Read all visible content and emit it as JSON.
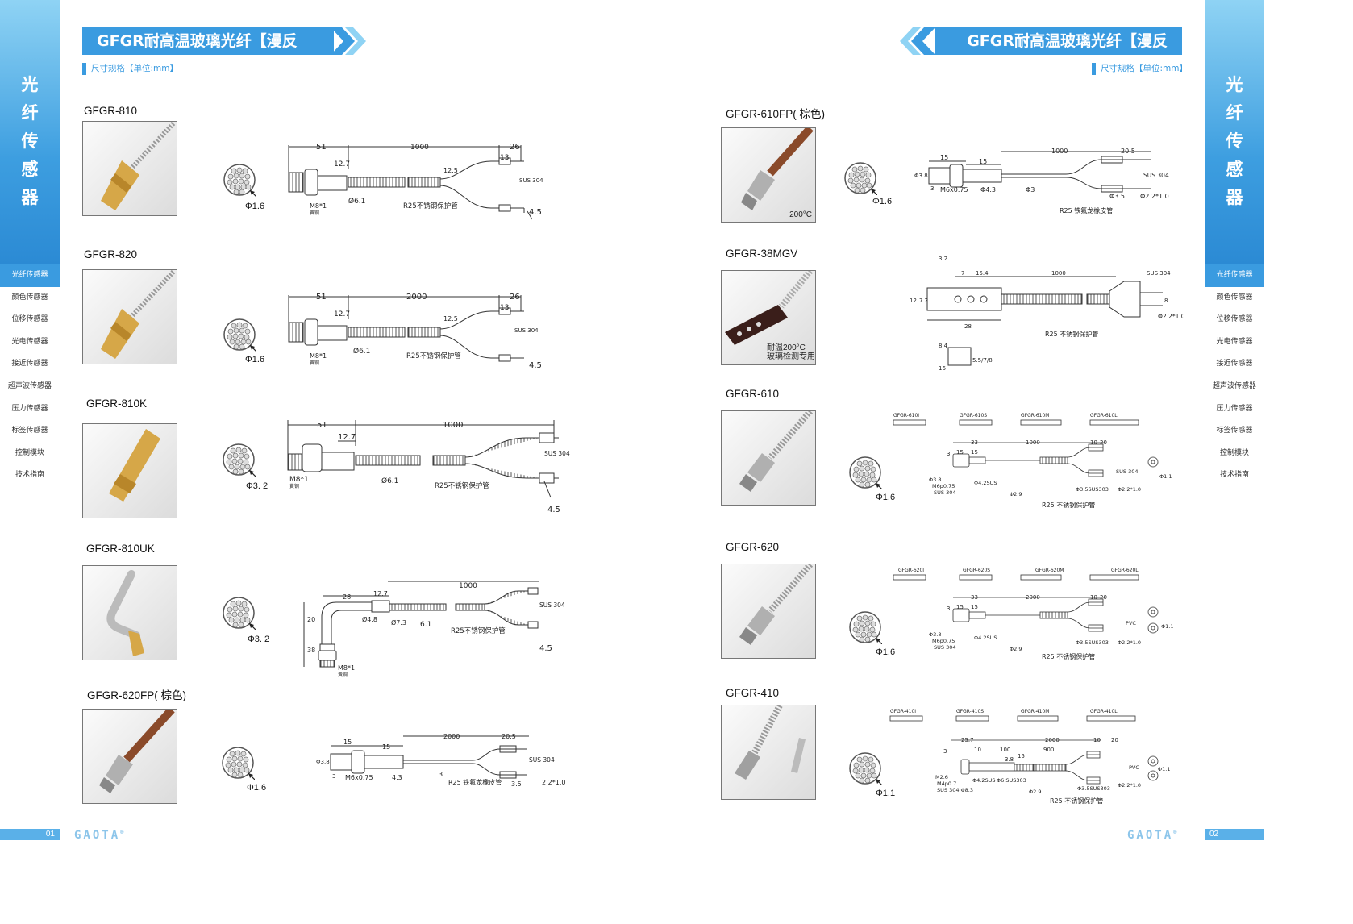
{
  "header": {
    "title_left": "GFGR耐高温玻璃光纤【漫反射】",
    "title_right": "GFGR耐高温玻璃光纤【漫反射】",
    "subtitle_left": "尺寸规格【单位:mm】",
    "subtitle_right": "尺寸规格【单位:mm】"
  },
  "sidebar": {
    "title_chars": [
      "光",
      "纤",
      "传",
      "感",
      "器"
    ],
    "items": [
      {
        "label": "光纤传感器"
      },
      {
        "label": "颜色传感器"
      },
      {
        "label": "位移传感器"
      },
      {
        "label": "光电传感器"
      },
      {
        "label": "接近传感器"
      },
      {
        "label": "超声波传感器"
      },
      {
        "label": "压力传感器"
      },
      {
        "label": "标签传感器"
      },
      {
        "label": "控制模块"
      },
      {
        "label": "技术指南"
      }
    ]
  },
  "products_left": [
    {
      "name": "GFGR-810",
      "dia": "Φ1.6",
      "d": {
        "len": "1000",
        "a": "51",
        "b": "12.7",
        "c": "26",
        "e": "13",
        "f": "12.5",
        "g": "Ø6.1",
        "h": "M8*1",
        "i": "黄铜",
        "j": "R25不锈钢保护管",
        "k": "SUS 304",
        "l": "4.5"
      }
    },
    {
      "name": "GFGR-820",
      "dia": "Φ1.6",
      "d": {
        "len": "2000",
        "a": "51",
        "b": "12.7",
        "c": "26",
        "e": "13",
        "f": "12.5",
        "g": "Ø6.1",
        "h": "M8*1",
        "i": "黄铜",
        "j": "R25不锈钢保护管",
        "k": "SUS 304",
        "l": "4.5"
      }
    },
    {
      "name": "GFGR-810K",
      "dia": "Φ3. 2",
      "d": {
        "len": "1000",
        "a": "51",
        "b": "12.7",
        "g": "Ø6.1",
        "h": "M8*1",
        "i": "黄铜",
        "j": "R25不锈钢保护管",
        "k": "SUS 304",
        "l": "4.5"
      }
    },
    {
      "name": "GFGR-810UK",
      "dia": "Φ3. 2",
      "d": {
        "len": "1000",
        "a": "28",
        "b": "12.7",
        "c": "20",
        "e": "38",
        "f": "Ø4.8",
        "g": "Ø7.3",
        "m": "6.1",
        "h": "M8*1",
        "i": "黄铜",
        "j": "R25不锈钢保护管",
        "k": "SUS 304",
        "l": "4.5"
      }
    },
    {
      "name": "GFGR-620FP( 棕色)",
      "dia": "Φ1.6",
      "d": {
        "len": "2000",
        "a": "15",
        "b": "15",
        "c": "20.5",
        "e": "Φ3.8",
        "f": "3",
        "g": "M6x0.75",
        "m": "4.3",
        "n": "3",
        "j": "R25 铁氟龙橡皮管",
        "k": "SUS 304",
        "o": "3.5",
        "l": "2.2*1.0"
      }
    }
  ],
  "products_right": [
    {
      "name": "GFGR-610FP( 棕色)",
      "dia": "Φ1.6",
      "photo_caption": "200°C",
      "d": {
        "len": "1000",
        "a": "15",
        "b": "15",
        "c": "20.5",
        "e": "Φ3.8",
        "f": "3",
        "g": "M6x0.75",
        "m": "Φ4.3",
        "n": "Φ3",
        "j": "R25 铁氟龙橡皮管",
        "k": "SUS 304",
        "o": "Φ3.5",
        "l": "Φ2.2*1.0"
      }
    },
    {
      "name": "GFGR-38MGV",
      "dia": "",
      "photo_caption": "耐温200°C\n玻璃检测专用",
      "d": {
        "len": "1000",
        "a": "7",
        "b": "15.4",
        "c": "3.2",
        "e": "12",
        "f": "7.2",
        "g": "28",
        "m": "8.4",
        "n": "16",
        "o": "5.5/7/8",
        "j": "R25 不锈钢保护管",
        "k": "SUS 304",
        "l": "Φ2.2*1.0",
        "p": "8"
      }
    },
    {
      "name": "GFGR-610",
      "dia": "Φ1.6",
      "variants": [
        "GFGR-610I",
        "GFGR-610S",
        "GFGR-610M",
        "GFGR-610L"
      ],
      "d": {
        "len": "1000",
        "a": "33",
        "b": "15",
        "c": "15",
        "e": "3",
        "f": "10",
        "g": "20",
        "h": "Φ3.8",
        "i": "M6p0.75",
        "m": "SUS 304",
        "n": "Φ4.2SUS",
        "o": "Φ2.9",
        "q": "Φ3.5SUS303",
        "l": "Φ2.2*1.0",
        "k": "SUS 304",
        "r": "Φ1.1",
        "j": "R25 不锈钢保护管"
      }
    },
    {
      "name": "GFGR-620",
      "dia": "Φ1.6",
      "variants": [
        "GFGR-620I",
        "GFGR-620S",
        "GFGR-620M",
        "GFGR-620L"
      ],
      "d": {
        "len": "2000",
        "a": "33",
        "b": "15",
        "c": "15",
        "e": "3",
        "f": "10",
        "g": "20",
        "h": "Φ3.8",
        "i": "M6p0.75",
        "m": "SUS 304",
        "n": "Φ4.2SUS",
        "o": "Φ2.9",
        "q": "Φ3.5SUS303",
        "l": "Φ2.2*1.0",
        "k": "PVC",
        "r": "Φ1.1",
        "j": "R25 不锈钢保护管"
      }
    },
    {
      "name": "GFGR-410",
      "dia": "Φ1.1",
      "variants": [
        "GFGR-410I",
        "GFGR-410S",
        "GFGR-410M",
        "GFGR-410L"
      ],
      "d": {
        "len": "2000",
        "a": "25.7",
        "b": "10",
        "c": "100",
        "s": "900",
        "t": "15",
        "u": "3.8",
        "e": "3",
        "f": "10",
        "g": "20",
        "h": "M2.6",
        "i": "M4p0.7",
        "m": "SUS 304  Φ8.3",
        "n": "Φ4.2SUS",
        "v": "Φ6  SUS303",
        "o": "Φ2.9",
        "q": "Φ3.5SUS303",
        "l": "Φ2.2*1.0",
        "k": "PVC",
        "r": "Φ1.1",
        "j": "R25 不锈钢保护管"
      }
    }
  ],
  "footer": {
    "page_left": "01",
    "page_right": "02",
    "brand": "GAOTA",
    "brand_mark": "®"
  },
  "colors": {
    "accent": "#3a9be0",
    "accent_light": "#8fd3f4"
  }
}
